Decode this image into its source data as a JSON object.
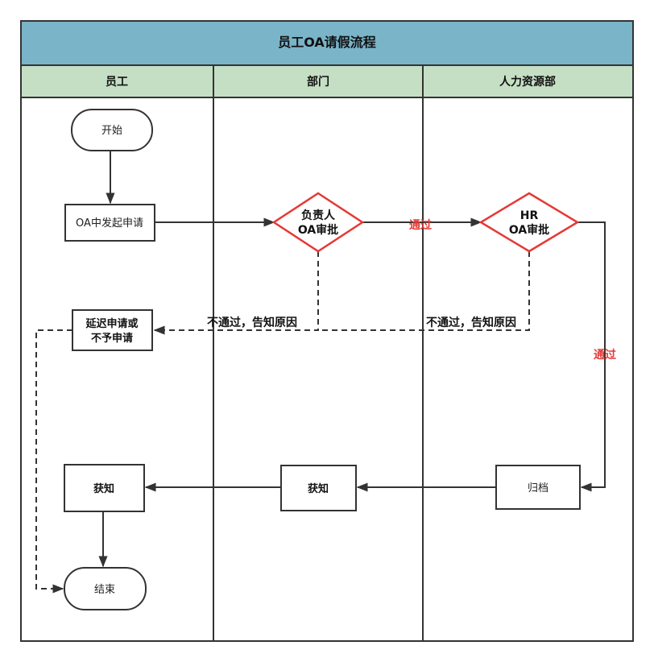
{
  "title": "员工OA请假流程",
  "lanes": [
    "员工",
    "部门",
    "人力资源部"
  ],
  "nodes": {
    "start": "开始",
    "submit": "OA中发起申请",
    "dept_approval": [
      "负责人",
      "OA审批"
    ],
    "hr_approval": [
      "HR",
      "OA审批"
    ],
    "reject_result": [
      "延迟申请或",
      "不予申请"
    ],
    "archive": "归档",
    "dept_notified": "获知",
    "employee_notified": "获知",
    "end": "结束"
  },
  "edge_labels": {
    "dept_pass": "通过",
    "hr_pass": "通过",
    "dept_reject": "不通过，告知原因",
    "hr_reject": "不通过，告知原因"
  },
  "colors": {
    "title_bar": "#7ab4c8",
    "lane_header": "#c5dfc5",
    "decision_stroke": "#e53935",
    "pass_label": "#e53935"
  }
}
